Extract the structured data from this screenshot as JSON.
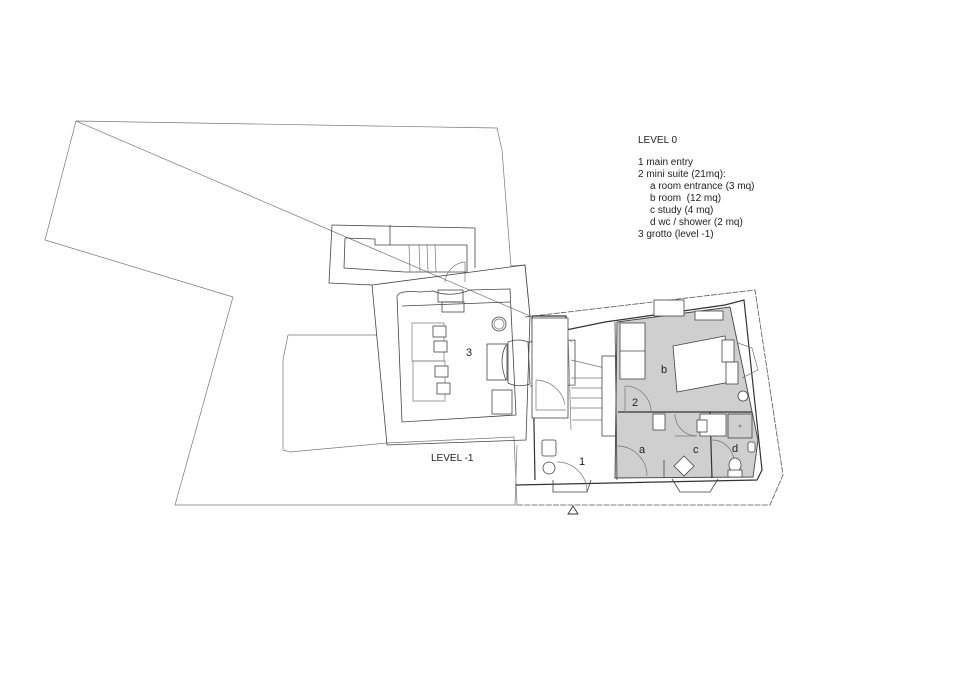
{
  "legend": {
    "title": "LEVEL 0",
    "items": [
      {
        "text": "1 main entry",
        "indent": false
      },
      {
        "text": "2 mini suite (21mq):",
        "indent": false
      },
      {
        "text": "a room entrance (3 mq)",
        "indent": true
      },
      {
        "text": "b room  (12 mq)",
        "indent": true
      },
      {
        "text": "c study (4 mq)",
        "indent": true
      },
      {
        "text": "d wc / shower (2 mq)",
        "indent": true
      },
      {
        "text": "3 grotto (level -1)",
        "indent": false
      }
    ]
  },
  "plan": {
    "level_minus_1_label": "LEVEL -1",
    "rooms": {
      "r1": "1",
      "r2": "2",
      "r3": "3",
      "ra": "a",
      "rb": "b",
      "rc": "c",
      "rd": "d"
    },
    "entry_marker": "entry-triangle",
    "colors": {
      "suite_fill": "#cfcfcf",
      "line": "#444444",
      "background": "#ffffff"
    }
  }
}
